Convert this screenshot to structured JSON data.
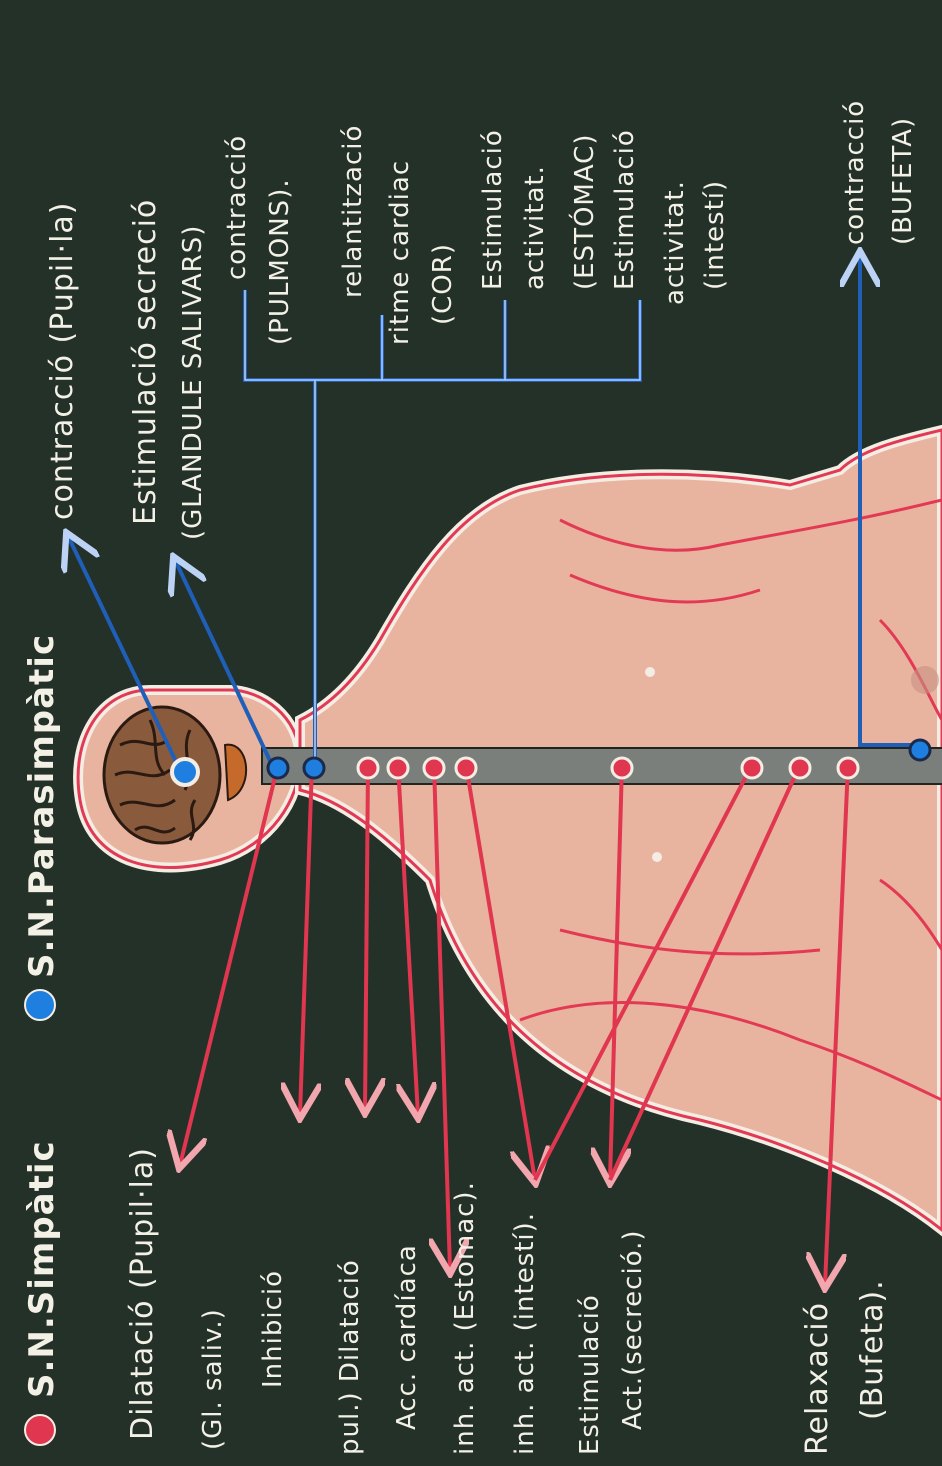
{
  "legend": {
    "sympathetic": "S.N.Simpàtic",
    "parasympathetic": "S.N.Parasimpàtic",
    "sympathetic_color": "#e0364f",
    "parasympathetic_color": "#1f7fe0"
  },
  "parasympathetic": {
    "pupil": "contracció (Pupil·la)",
    "saliva_1": "Estimulació secreció",
    "saliva_2": "(GLANDULE SALIVARS)",
    "lungs_1": "contracció",
    "lungs_2": "(PULMONS).",
    "heart_1": "relantització",
    "heart_2": "ritme cardiac",
    "heart_3": "(COR)",
    "stomach_1": "Estimulació",
    "stomach_2": "activitat.",
    "stomach_3": "(ESTÓMAC)",
    "intestine_1": "Estimulació",
    "intestine_2": "activitat.",
    "intestine_3": "(intestí)",
    "bladder_1": "contracció",
    "bladder_2": "(BUFETA)"
  },
  "sympathetic": {
    "pupil": "Dilatació (Pupil·la)",
    "saliva_1": "(Gl. saliv.)",
    "saliva_2": "Inhibició",
    "lungs": "pul.) Dilatació",
    "heart": "Acc. cardíaca",
    "stomach": "inh. act. (Estomac).",
    "intestine": "inh. act. (intestí).",
    "secretion_1": "Estimulació",
    "secretion_2": "Act.(secreció.)",
    "bladder_1": "Relaxació",
    "bladder_2": "(Bufeta)."
  }
}
